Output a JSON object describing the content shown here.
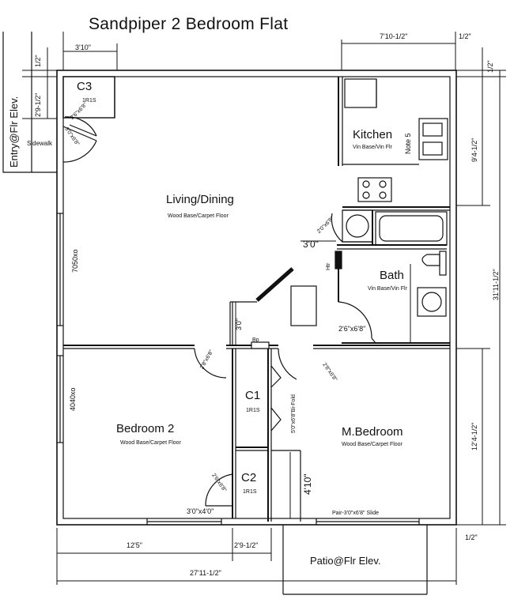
{
  "title": "Sandpiper 2 Bedroom Flat",
  "rooms": {
    "living": {
      "name": "Living/Dining",
      "finish": "Wood Base/Carpet Floor"
    },
    "kitchen": {
      "name": "Kitchen",
      "finish": "Vin Base/Vin Flr",
      "note": "Note 5"
    },
    "bath": {
      "name": "Bath",
      "finish": "Vin Base/Vin Flr"
    },
    "bedroom2": {
      "name": "Bedroom 2",
      "finish": "Wood Base/Carpet Floor"
    },
    "master": {
      "name": "M.Bedroom",
      "finish": "Wood Base/Carpet Floor"
    },
    "c1": {
      "name": "C1",
      "sub": "1R1S"
    },
    "c2": {
      "name": "C2",
      "sub": "1R1S"
    },
    "c3": {
      "name": "C3",
      "sub": "1R1S"
    }
  },
  "labels": {
    "entry": "Entry@Flr Elev.",
    "sidewalk": "Sidewalk",
    "patio": "Patio@Flr Elev.",
    "heater": "Htr",
    "bifold": "5'0\"x6'8\"Bi-Fold",
    "slide": "Pair-3'0\"x6'8\"  Slide",
    "window_living": "7050xo",
    "window_bed2": "4040xo",
    "window_bed2_bottom": "3'0\"x4'0\"",
    "door_c3": "2'6\"x6'8\"",
    "door_entry": "3'0\"x6'8\"",
    "door_kitchen": "2'0\"x6'8\"",
    "door_bath": "2'6\"x6'8\"",
    "door_bed2": "2'8\"x6'8\"",
    "door_master": "2'8\"x6'8\"",
    "door_c2": "2'6\"x6'8\"",
    "hall_width": "3'0\"",
    "hall_depth": "3'0\"",
    "master_closet": "4'10\"",
    "bp": "Bp"
  },
  "dimensions": {
    "top_c3": "3'10\"",
    "top_kitchen": "7'10-1/2\"",
    "top_half": "1/2\"",
    "left_half": "1/2\"",
    "left_entry": "2'9-1/2\"",
    "right_top_half": "1/2\"",
    "right_kitchen": "9'4-1/2\"",
    "right_total": "31'11-1/2\"",
    "right_master": "12'4-1/2\"",
    "right_bottom_half": "1/2\"",
    "bottom_left": "12'5\"",
    "bottom_mid": "2'9-1/2\"",
    "bottom_total": "27'11-1/2\""
  }
}
